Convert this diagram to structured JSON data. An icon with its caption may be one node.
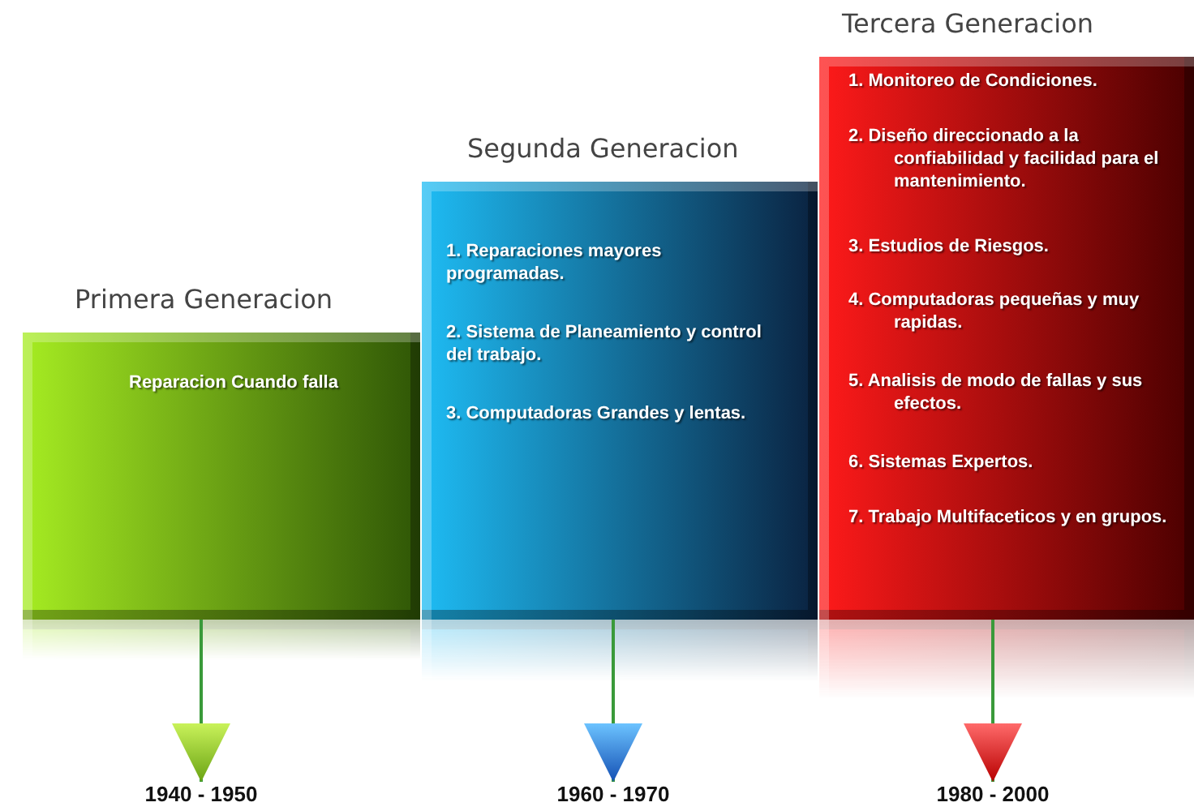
{
  "diagram": {
    "nodes": [
      {
        "text": [
          "Primera Generacion",
          "Reparacion Cuando falla"
        ]
      },
      {
        "text": [
          "Segunda Generacion",
          "1. Reparaciones mayores programadas.",
          "2. Sistema de Planeamiento y control del trabajo.",
          "3. Computadoras Grandes y lentas."
        ]
      },
      {
        "text": [
          "Tercera Generacion",
          "1. Monitoreo de Condiciones.",
          "2. Diseño direccionado a la confiabilidad y facilidad para el mantenimiento.",
          "3. Estudios de Riesgos.",
          "4. Computadoras pequeñas y muy rapidas.",
          "5. Analisis de modo de fallas y sus efectos.",
          "6. Sistemas Expertos.",
          "7. Trabajo Multifaceticos y en grupos."
        ]
      },
      {
        "text": [
          "1940 - 1950"
        ]
      },
      {
        "text": [
          "1960 - 1970"
        ]
      },
      {
        "text": [
          "1980 - 2000"
        ]
      }
    ],
    "edges": [
      {
        "from": 0,
        "to": 3,
        "arrow": "to"
      },
      {
        "from": 1,
        "to": 4,
        "arrow": "to"
      },
      {
        "from": 2,
        "to": 5,
        "arrow": "to"
      }
    ]
  }
}
